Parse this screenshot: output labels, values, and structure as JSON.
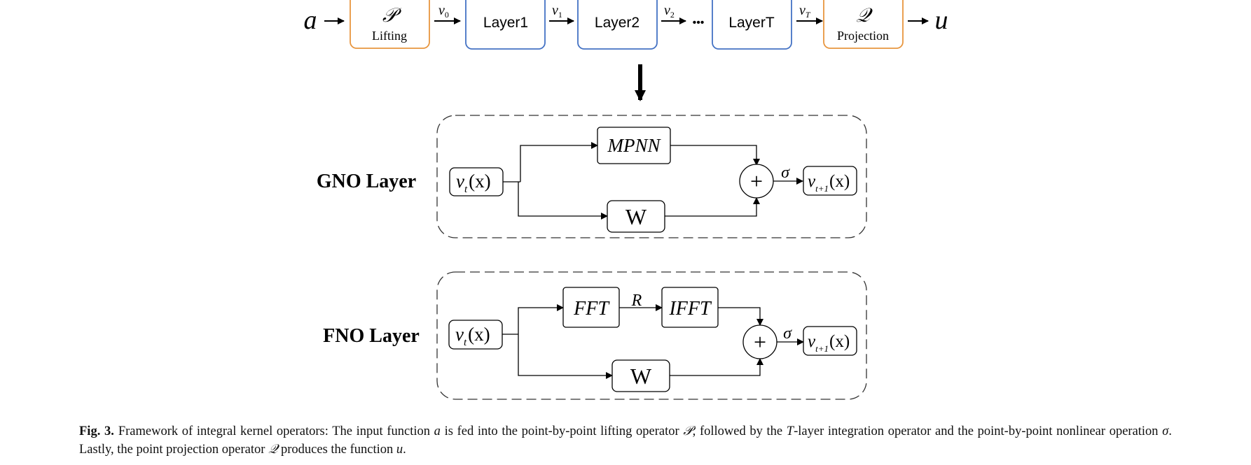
{
  "top": {
    "input": "a",
    "output": "u",
    "lifting": {
      "symbol": "𝒫",
      "label": "Lifting"
    },
    "projection": {
      "symbol": "𝒬",
      "label": "Projection"
    },
    "layers": [
      "Layer1",
      "Layer2",
      "LayerT"
    ],
    "edges": {
      "v0": {
        "base": "v",
        "sub": "0"
      },
      "v1": {
        "base": "v",
        "sub": "1"
      },
      "v2": {
        "base": "v",
        "sub": "2"
      },
      "vT": {
        "base": "v",
        "sub": "T"
      }
    },
    "ellipsis": "•••"
  },
  "gno": {
    "title": "GNO Layer",
    "input": {
      "base": "v",
      "sub": "t",
      "arg": "(x)"
    },
    "op": "MPNN",
    "w": "W",
    "sum": "+",
    "activation": "σ",
    "output": {
      "base": "v",
      "sub": "t+1",
      "arg": "(x)"
    }
  },
  "fno": {
    "title": "FNO Layer",
    "input": {
      "base": "v",
      "sub": "t",
      "arg": "(x)"
    },
    "fft": "FFT",
    "r": "R",
    "ifft": "IFFT",
    "w": "W",
    "sum": "+",
    "activation": "σ",
    "output": {
      "base": "v",
      "sub": "t+1",
      "arg": "(x)"
    }
  },
  "caption": {
    "label": "Fig. 3.",
    "parts": [
      {
        "t": "Framework of integral kernel operators: The input function "
      },
      {
        "t": "a",
        "i": true
      },
      {
        "t": " is fed into the point-by-point lifting operator "
      },
      {
        "t": "𝒫",
        "i": true
      },
      {
        "t": ", followed by the "
      },
      {
        "t": "T",
        "i": true
      },
      {
        "t": "-layer integration operator and the point-by-point nonlinear operation "
      },
      {
        "t": "σ",
        "i": true
      },
      {
        "t": ". Lastly, the point projection operator "
      },
      {
        "t": "𝒬",
        "i": true
      },
      {
        "t": " produces the function "
      },
      {
        "t": "u",
        "i": true
      },
      {
        "t": "."
      }
    ]
  },
  "colors": {
    "lifting_border": "#E8963F",
    "layer_border": "#4472C4",
    "line": "#000000",
    "dash": "#333333"
  }
}
